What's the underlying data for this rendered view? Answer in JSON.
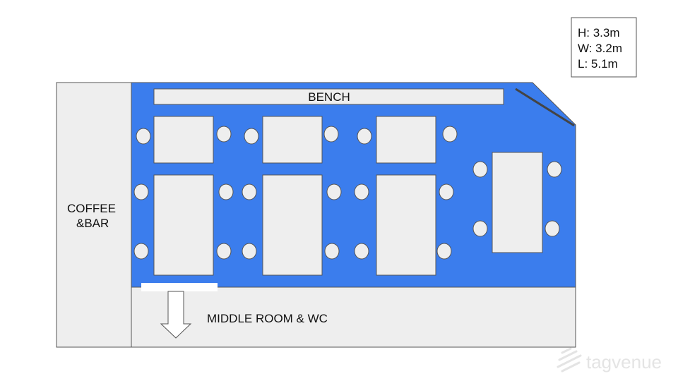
{
  "dimensions_box": {
    "lines": [
      "H: 3.3m",
      "W: 3.2m",
      "L: 5.1m"
    ]
  },
  "rooms": {
    "coffee_bar_lines": [
      "COFFEE",
      "&BAR"
    ],
    "middle_room_label": "MIDDLE ROOM & WC",
    "bench_label": "BENCH"
  },
  "tables": {
    "small_count": 3,
    "large_count": 3,
    "side_table_count": 1
  },
  "watermark": {
    "text": "tagvenue"
  },
  "colors": {
    "floor_blue": "#3b7ded",
    "furniture": "#eeeeee",
    "side_room": "#eeeeee",
    "outline": "#555555",
    "diagonal_wall": "#444444"
  }
}
